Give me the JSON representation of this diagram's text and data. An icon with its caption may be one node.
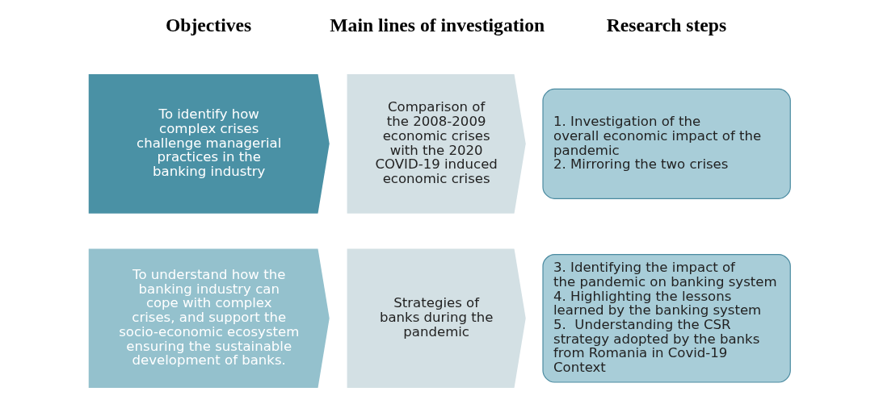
{
  "diagram": {
    "nodes": [
      {
        "text": [
          "To identify how complex crises challenge managerial practices in the banking industry"
        ]
      },
      {
        "text": [
          "Comparison of the 2008-2009 economic crises with the 2020 COVID-19 induced economic crises"
        ]
      },
      {
        "text": [
          "1. Investigation of the overall economic impact of the pandemic",
          "2. Mirroring the two crises"
        ]
      },
      {
        "text": [
          "To understand how the banking industry can cope with complex crises, and support the socio-economic ecosystem ensuring the sustainable development of banks."
        ]
      },
      {
        "text": [
          "Strategies of banks during the pandemic"
        ]
      },
      {
        "text": [
          "3. Identifying the impact of the pandemic on banking system",
          "4. Highlighting the lessons learned by the banking system",
          "5.  Understanding the CSR strategy adopted by the banks from Romania in Covid-19 Context"
        ]
      }
    ],
    "labels": [
      "Objectives",
      "Main lines of investigation",
      "Research steps"
    ]
  }
}
